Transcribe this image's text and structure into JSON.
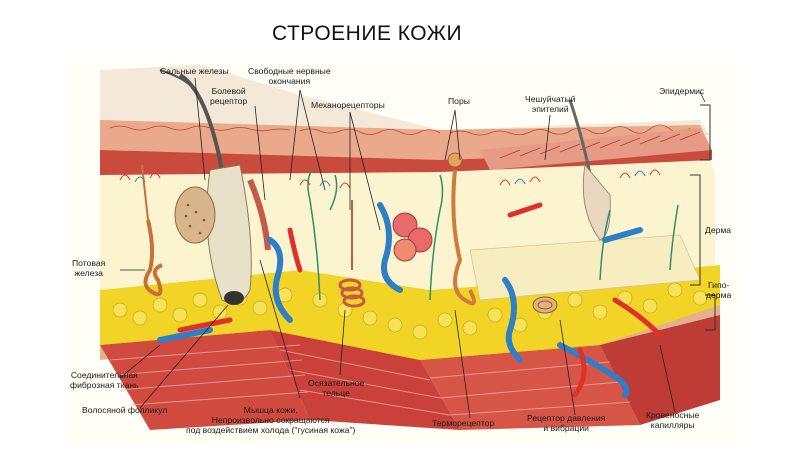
{
  "slide": {
    "title": "СТРОЕНИЕ КОЖИ"
  },
  "labels": {
    "sebaceous_glands": "Сальные железы",
    "free_nerve_endings": "Свободные нервные\nокончания",
    "pain_receptor": "Болевой\nрецептор",
    "mechanoreceptors": "Механорецепторы",
    "pores": "Поры",
    "scaly_epithelium": "Чешуйчатый\nэпителий",
    "epidermis": "Эпидермис",
    "dermis": "Дерма",
    "hypodermis": "Гипо-\nдерма",
    "sweat_gland": "Потовая\nжелеза",
    "connective_tissue": "Соединительная\nфиброзная ткань",
    "tactile_corpuscle": "Осязательное\nтельце",
    "hair_follicle": "Волосяной фолликул",
    "muscle": "Мышца кожи.\nНепроизвольно сокращаются\nпод воздействием холода (\"гусиная кожа\")",
    "thermoreceptor": "Терморецептор",
    "pressure_receptor": "Рецептор давления\nи вибрации",
    "capillaries": "Кровеносные\nкапилляры"
  },
  "colors": {
    "epidermis": "#e9a98a",
    "dermis": "#fbf4cf",
    "fat": "#f2d427",
    "muscle": "#d8483f",
    "vein": "#2f7fc8",
    "artery": "#e0302c",
    "nerve": "#2f8f6a"
  }
}
